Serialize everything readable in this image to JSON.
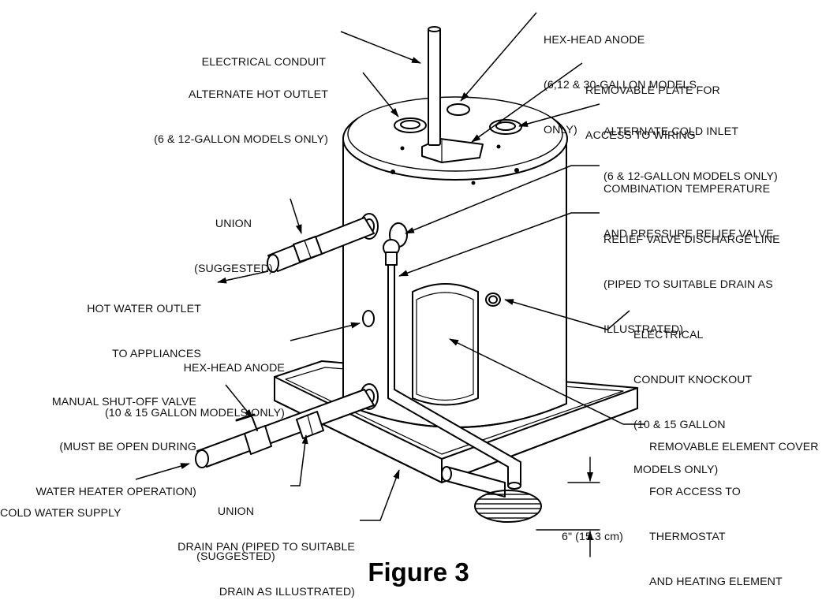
{
  "caption": "Figure 3",
  "labels": {
    "electrical_conduit": [
      "ELECTRICAL CONDUIT"
    ],
    "alternate_hot_outlet": [
      "ALTERNATE HOT OUTLET",
      "(6 & 12-GALLON MODELS ONLY)"
    ],
    "hex_head_anode_top": [
      "HEX-HEAD ANODE",
      "(6,12 & 30-GALLON MODELS",
      "ONLY)"
    ],
    "removable_plate": [
      "REMOVABLE PLATE FOR",
      "ACCESS TO WIRING"
    ],
    "alternate_cold_inlet": [
      "ALTERNATE COLD INLET",
      "(6 & 12-GALLON MODELS ONLY)"
    ],
    "tp_relief_valve": [
      "COMBINATION TEMPERATURE",
      "AND PRESSURE RELIEF VALVE"
    ],
    "relief_discharge": [
      "RELIEF VALVE DISCHARGE LINE",
      "(PIPED TO SUITABLE DRAIN AS",
      "ILLUSTRATED)"
    ],
    "union_top": [
      "UNION",
      "(SUGGESTED)"
    ],
    "hot_water_outlet": [
      "HOT WATER OUTLET",
      "TO APPLIANCES"
    ],
    "conduit_knockout": [
      "ELECTRICAL",
      "CONDUIT KNOCKOUT",
      "(10 & 15 GALLON",
      "MODELS ONLY)"
    ],
    "hex_head_anode_side": [
      "HEX-HEAD ANODE",
      "(10 & 15 GALLON MODELS ONLY)"
    ],
    "shutoff_valve": [
      "MANUAL SHUT-OFF VALVE",
      "(MUST BE OPEN DURING",
      "WATER HEATER OPERATION)"
    ],
    "element_cover": [
      "REMOVABLE ELEMENT COVER",
      "FOR ACCESS TO",
      "THERMOSTAT",
      "AND HEATING ELEMENT"
    ],
    "cold_water_supply": [
      "COLD WATER SUPPLY"
    ],
    "union_bottom": [
      "UNION",
      "(SUGGESTED)"
    ],
    "drain_pan": [
      "DRAIN PAN (PIPED TO SUITABLE",
      "DRAIN AS ILLUSTRATED)"
    ],
    "clearance": [
      "6\" (15.3 cm)"
    ]
  }
}
